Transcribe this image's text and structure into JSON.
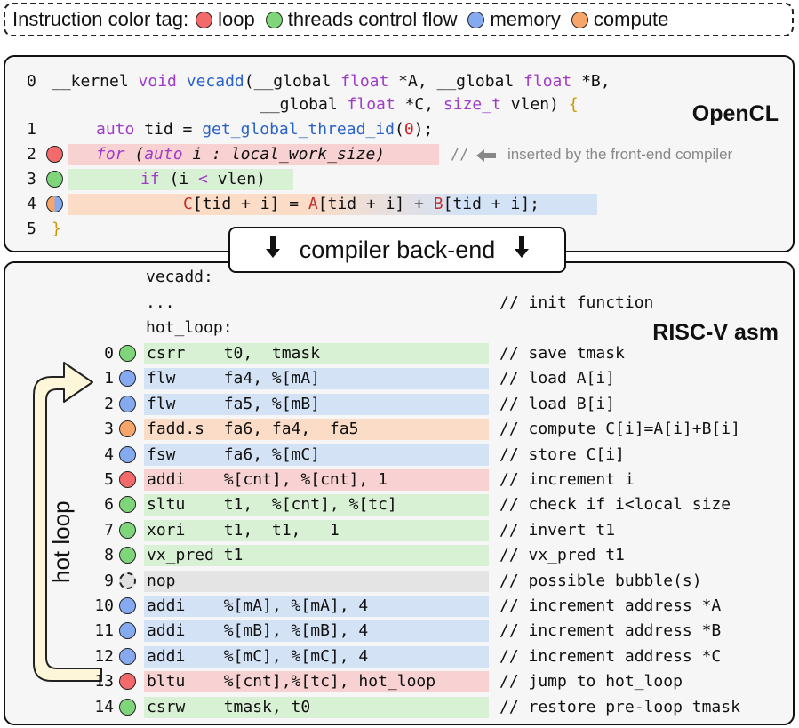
{
  "legend": {
    "title": "Instruction color tag:",
    "items": [
      {
        "label": "loop",
        "color": "#f26a6a"
      },
      {
        "label": "threads control flow",
        "color": "#7fd67a"
      },
      {
        "label": "memory",
        "color": "#86aaf0"
      },
      {
        "label": "compute",
        "color": "#f7a66a"
      }
    ]
  },
  "opencl": {
    "title": "OpenCL",
    "note": "inserted by the front-end compiler",
    "note_prefix": "//",
    "lines": {
      "l0_num": "0",
      "l0_a": "__kernel ",
      "l0_b": "void ",
      "l0_c": "vecadd",
      "l0_d": "(__global ",
      "l0_e": "float",
      "l0_f": " *A, __global ",
      "l0_g": "float",
      "l0_h": " *B,",
      "l0b_a": "__global ",
      "l0b_b": "float",
      "l0b_c": " *C, ",
      "l0b_d": "size_t",
      "l0b_e": " vlen) ",
      "l0b_f": "{",
      "l1_num": "1",
      "l1_a": "auto",
      "l1_b": " tid = ",
      "l1_c": "get_global_thread_id",
      "l1_d": "(",
      "l1_e": "0",
      "l1_f": ");",
      "l2_num": "2",
      "l2_a": "for",
      "l2_b": " (",
      "l2_c": "auto",
      "l2_d": " i : local_work_size)",
      "l3_num": "3",
      "l3_a": "if",
      "l3_b": " (i ",
      "l3_c": "<",
      "l3_d": " vlen)",
      "l4_num": "4",
      "l4_a": "C",
      "l4_b": "[tid + i] = ",
      "l4_c": "A",
      "l4_d": "[tid + i] + ",
      "l4_e": "B",
      "l4_f": "[tid + i];",
      "l5_num": "5",
      "l5_a": "}"
    }
  },
  "banner": {
    "label": "compiler back-end",
    "arrow": "🠗"
  },
  "asm": {
    "title": "RISC-V asm",
    "hot_loop_label": "hot loop",
    "header": [
      {
        "text": "vecadd:",
        "comment": ""
      },
      {
        "text": "...",
        "comment": "// init function"
      },
      {
        "text": "hot_loop:",
        "comment": ""
      }
    ],
    "rows": [
      {
        "idx": "0",
        "code": "csrr    t0,  tmask",
        "comment": "// save tmask",
        "tag": "green"
      },
      {
        "idx": "1",
        "code": "flw     fa4, %[mA]",
        "comment": "// load A[i]",
        "tag": "blue"
      },
      {
        "idx": "2",
        "code": "flw     fa5, %[mB]",
        "comment": "// load B[i]",
        "tag": "blue"
      },
      {
        "idx": "3",
        "code": "fadd.s  fa6, fa4,  fa5",
        "comment": "// compute C[i]=A[i]+B[i]",
        "tag": "orange"
      },
      {
        "idx": "4",
        "code": "fsw     fa6, %[mC]",
        "comment": "// store C[i]",
        "tag": "blue"
      },
      {
        "idx": "5",
        "code": "addi    %[cnt], %[cnt], 1",
        "comment": "// increment i",
        "tag": "red"
      },
      {
        "idx": "6",
        "code": "sltu    t1,  %[cnt], %[tc]",
        "comment": "// check if i<local size",
        "tag": "green"
      },
      {
        "idx": "7",
        "code": "xori    t1,  t1,   1",
        "comment": "// invert t1",
        "tag": "green"
      },
      {
        "idx": "8",
        "code": "vx_pred t1",
        "comment": "// vx_pred t1",
        "tag": "green"
      },
      {
        "idx": "9",
        "code": "nop",
        "comment": "// possible bubble(s)",
        "tag": "gray"
      },
      {
        "idx": "10",
        "code": "addi    %[mA], %[mA], 4",
        "comment": "// increment address *A",
        "tag": "blue"
      },
      {
        "idx": "11",
        "code": "addi    %[mB], %[mB], 4",
        "comment": "// increment address *B",
        "tag": "blue"
      },
      {
        "idx": "12",
        "code": "addi    %[mC], %[mC], 4",
        "comment": "// increment address *C",
        "tag": "blue"
      },
      {
        "idx": "13",
        "code": "bltu    %[cnt],%[tc], hot_loop",
        "comment": "// jump to hot_loop",
        "tag": "red"
      },
      {
        "idx": "14",
        "code": "csrw    tmask, t0",
        "comment": "// restore pre-loop tmask",
        "tag": "green"
      }
    ]
  },
  "colors": {
    "red": "#f26a6a",
    "green": "#7fd67a",
    "blue": "#86aaf0",
    "orange": "#f7a66a",
    "gray": "#e0e0e0",
    "hl_red": "#f8d2d2",
    "hl_green": "#d8f0d4",
    "hl_blue": "#d4e2f6",
    "hl_orange": "#fbdcc6",
    "hl_gray": "#e4e4e4",
    "arrow_fill": "#fdf6d8"
  }
}
